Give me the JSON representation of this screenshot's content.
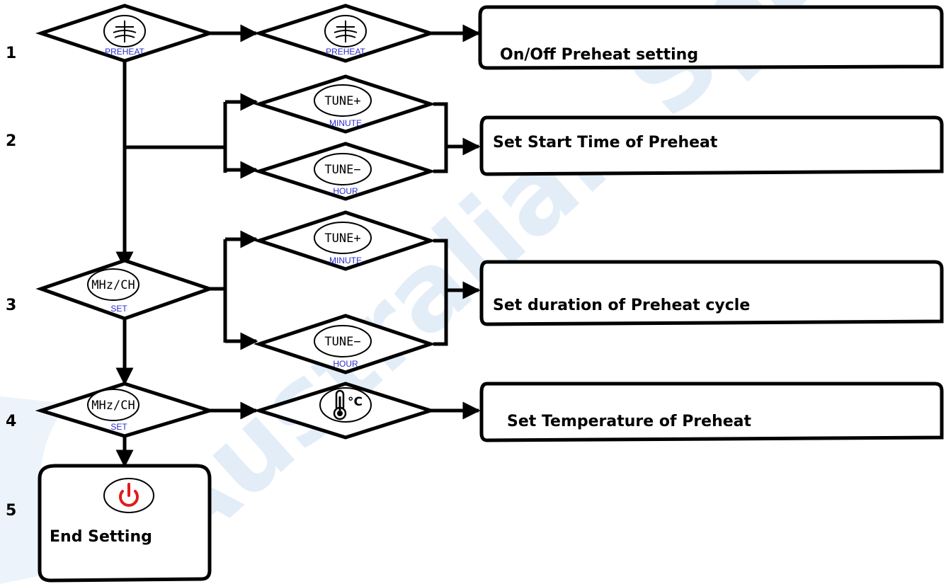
{
  "steps": [
    "1",
    "2",
    "3",
    "4",
    "5"
  ],
  "watermark": "Australian Spa Parts",
  "buttons": {
    "preheat_label": "PREHEAT",
    "tune_plus": "TUNE+",
    "tune_minus": "TUNE−",
    "minute_label": "MINUTE",
    "hour_label": "HOUR",
    "mhz_ch": "MHz/CH",
    "set_label": "SET",
    "temp_unit": "°C"
  },
  "outcomes": {
    "step1": "On/Off Preheat setting",
    "step2": "Set Start Time of Preheat",
    "step3": "Set duration of Preheat cycle",
    "step4": "Set Temperature of Preheat",
    "step5": "End Setting"
  },
  "colors": {
    "line": "#000000",
    "sub_label": "#2b2bd0",
    "power_icon": "#e01b1b",
    "watermark": "#dfeaf6"
  }
}
